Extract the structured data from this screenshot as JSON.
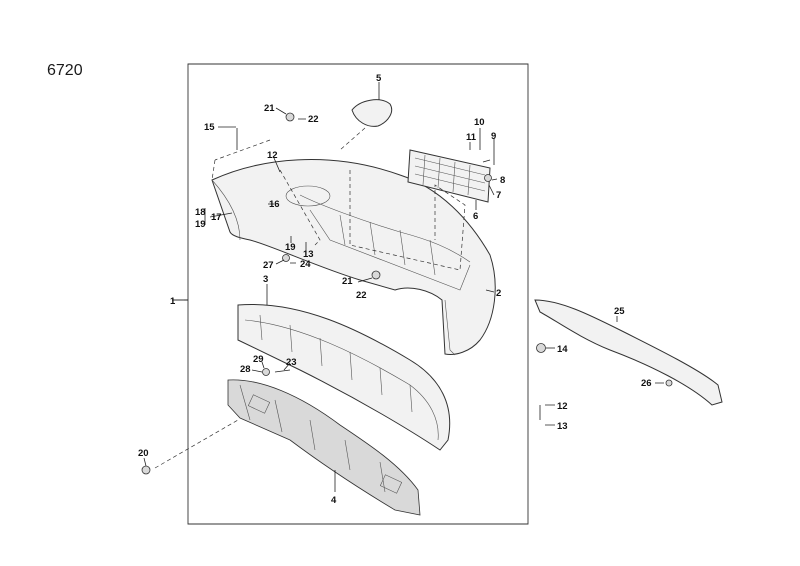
{
  "page_number": "6720",
  "callouts": [
    "1",
    "2",
    "3",
    "4",
    "5",
    "6",
    "7",
    "8",
    "9",
    "10",
    "11",
    "12",
    "13",
    "14",
    "15",
    "16",
    "17",
    "18",
    "19",
    "20",
    "21",
    "22",
    "23",
    "24",
    "25",
    "26",
    "27",
    "28",
    "29"
  ],
  "callouts_repeat": [
    "12",
    "19",
    "21",
    "22"
  ],
  "icons": {
    "fastener": "bolt-icon",
    "nut": "nut-icon",
    "clip": "clip-icon"
  }
}
